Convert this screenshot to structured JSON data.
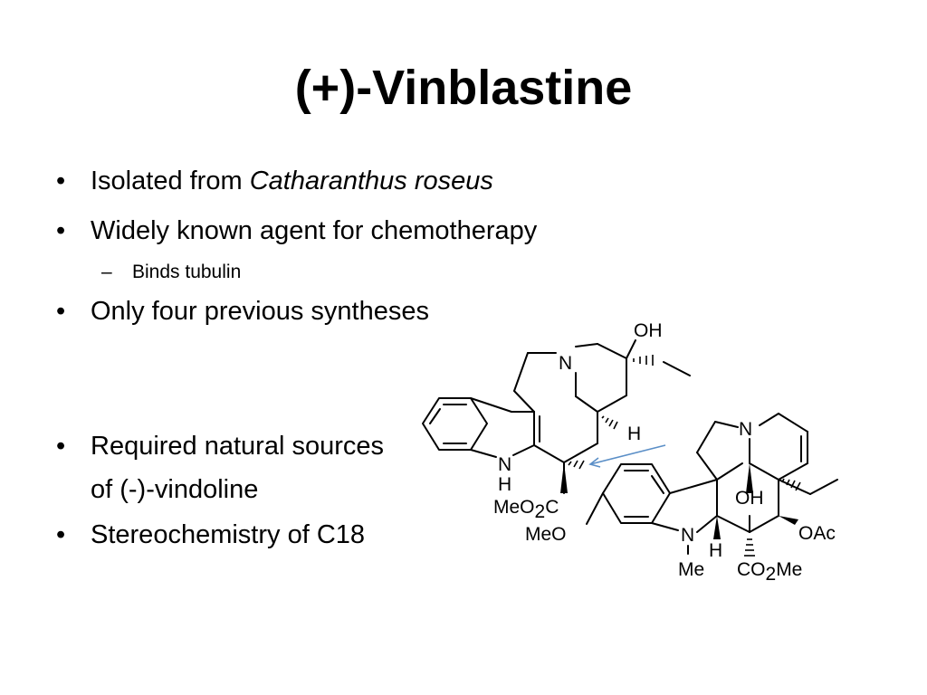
{
  "slide": {
    "title": "(+)-Vinblastine",
    "bullets": [
      {
        "marker": "•",
        "text_plain": "Isolated from ",
        "text_italic": "Catharanthus roseus"
      },
      {
        "marker": "•",
        "text": "Widely known agent for chemotherapy"
      },
      {
        "marker": "–",
        "text": "Binds tubulin"
      },
      {
        "marker": "•",
        "text": "Only four previous syntheses"
      },
      {
        "marker": "•",
        "text": "Required natural sources"
      },
      {
        "text": "of (-)-vindoline"
      },
      {
        "marker": "•",
        "text": "Stereochemistry of C18"
      }
    ]
  },
  "structure": {
    "labels": {
      "oh_top": "OH",
      "n_top": "N",
      "h_mid": "H",
      "n_indole": "N",
      "h_indole": "H",
      "meo2c": "MeO",
      "meo2c_sub": "2",
      "meo2c_c": "C",
      "meo": "MeO",
      "n_right": "N",
      "oh_mid": "OH",
      "n_lower": "N",
      "h_lower": "H",
      "oac": "OAc",
      "me": "Me",
      "co2me_a": "CO",
      "co2me_sub": "2",
      "co2me_b": "Me"
    },
    "arrow_color": "#5b8fc7"
  }
}
